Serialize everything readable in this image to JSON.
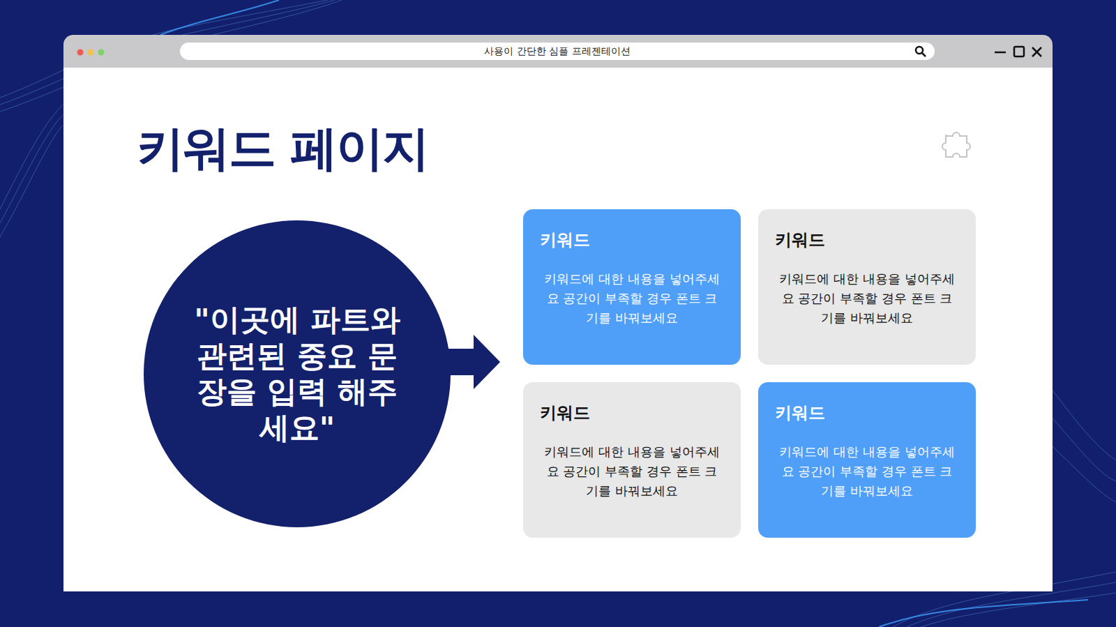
{
  "diagram": {
    "title": "키워드 페이지",
    "nodes": [
      {
        "text": [
          "\"이곳에 파트와 관련된 중요 문장을 입력 해주세요\""
        ]
      },
      {
        "text": [
          "키워드",
          "키워드에 대한 내용을 넣어주세요 공간이 부족할 경우 폰트 크기를 바꿔보세요"
        ]
      },
      {
        "text": [
          "키워드",
          "키워드에 대한 내용을 넣어주세요 공간이 부족할 경우 폰트 크기를 바꿔보세요"
        ]
      },
      {
        "text": [
          "키워드",
          "키워드에 대한 내용을 넣어주세요 공간이 부족할 경우 폰트 크기를 바꿔보세요"
        ]
      },
      {
        "text": [
          "키워드",
          "키워드에 대한 내용을 넣어주세요 공간이 부족할 경우 폰트 크기를 바꿔보세요"
        ]
      }
    ],
    "labels": [
      "사용이 간단한 심플 프레젠테이션"
    ]
  }
}
